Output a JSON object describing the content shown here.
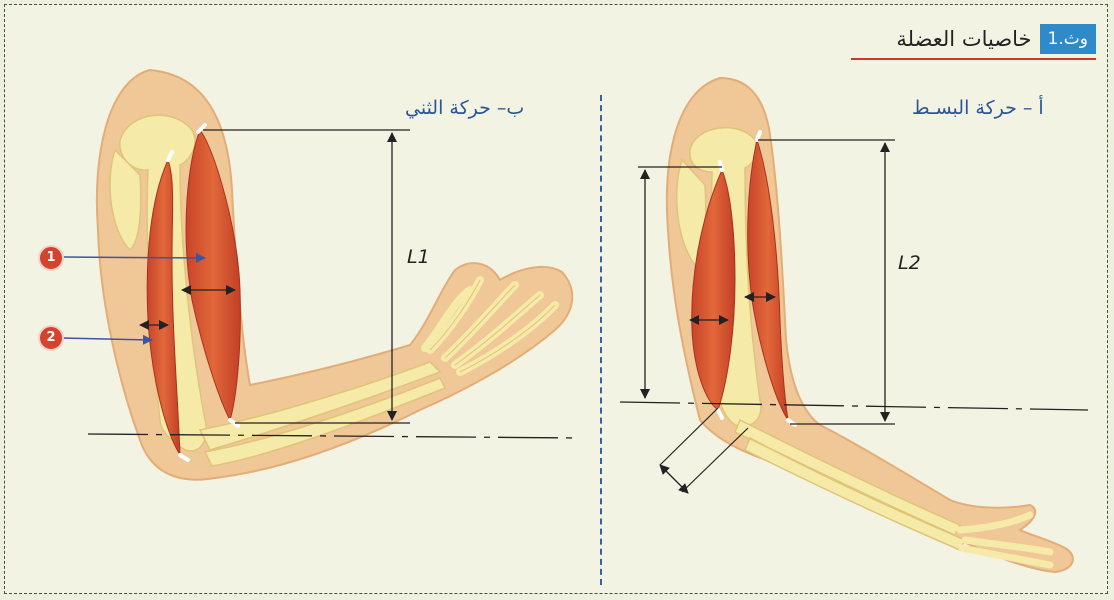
{
  "header": {
    "badge": "وث.1",
    "title": "خاصيات العضلة"
  },
  "panels": {
    "extension": {
      "caption": "أ – حركة البسـط",
      "length_label": "L2"
    },
    "flexion": {
      "caption": "ب– حركة الثني",
      "length_label": "L1"
    }
  },
  "markers": [
    {
      "number": "1"
    },
    {
      "number": "2"
    }
  ],
  "colors": {
    "badge": "#2f8ac9",
    "title_underline": "#c63b2a",
    "caption": "#2a5699",
    "divider": "#3a5fa8",
    "marker": "#d4432d",
    "arrow": "#3c55a0",
    "skin": "#f0c796",
    "bone": "#f6eaa8",
    "muscle": "#d9582e"
  }
}
